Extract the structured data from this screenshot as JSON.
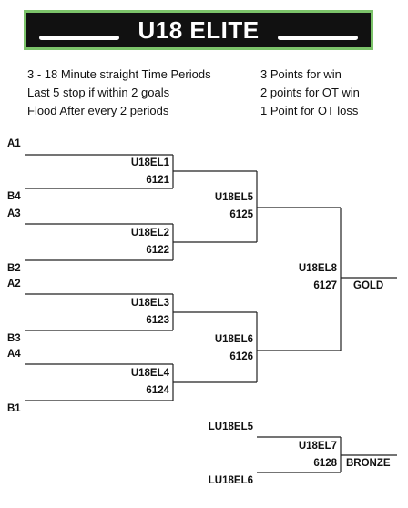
{
  "banner": {
    "title": "U18 ELITE"
  },
  "rules": [
    "3 - 18 Minute straight Time Periods",
    "Last 5 stop if within 2 goals",
    "Flood After every 2 periods"
  ],
  "points": [
    "3 Points for win",
    "2 points for OT win",
    "1 Point for OT loss"
  ],
  "bracket": {
    "seeds": [
      "A1",
      "B4",
      "A3",
      "B2",
      "A2",
      "B3",
      "A4",
      "B1"
    ],
    "round1": [
      {
        "game": "U18EL1",
        "number": "6121"
      },
      {
        "game": "U18EL2",
        "number": "6122"
      },
      {
        "game": "U18EL3",
        "number": "6123"
      },
      {
        "game": "U18EL4",
        "number": "6124"
      }
    ],
    "round2": [
      {
        "game": "U18EL5",
        "number": "6125"
      },
      {
        "game": "U18EL6",
        "number": "6126"
      }
    ],
    "final": {
      "game": "U18EL8",
      "number": "6127",
      "result": "GOLD"
    },
    "bronze": {
      "top_seed": "LU18EL5",
      "bottom_seed": "LU18EL6",
      "game": "U18EL7",
      "number": "6128",
      "result": "BRONZE"
    }
  }
}
